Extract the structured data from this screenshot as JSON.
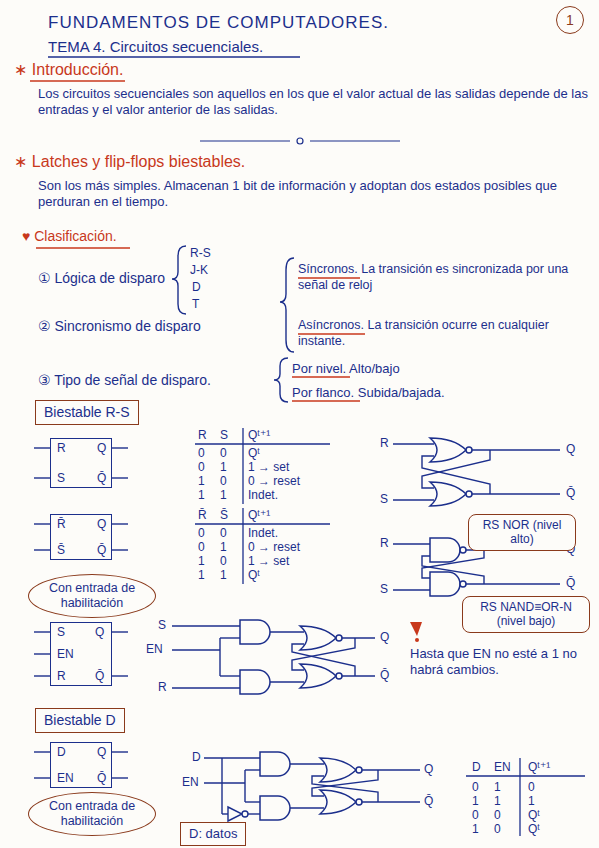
{
  "diagram": {
    "title": "FUNDAMENTOS DE COMPUTADORES.",
    "nodes": [
      {
        "text": [
          "1"
        ]
      },
      {
        "text": [
          "Biestable R-S"
        ]
      },
      {
        "text": [
          "R",
          "S",
          "Q",
          "Q̄"
        ]
      },
      {
        "text": [
          "R̄",
          "S̄",
          "Q",
          "Q̄"
        ]
      },
      {
        "text": [
          "RS NOR (nivel alto)"
        ]
      },
      {
        "text": [
          "Con entrada de habilitación"
        ]
      },
      {
        "text": [
          "RS NAND≡OR-N (nivel bajo)"
        ]
      },
      {
        "text": [
          "S",
          "EN",
          "R",
          "Q",
          "Q̄"
        ]
      },
      {
        "text": [
          "Biestable D"
        ]
      },
      {
        "text": [
          "D",
          "EN",
          "Q",
          "Q̄"
        ]
      },
      {
        "text": [
          "Con entrada de habilitación"
        ]
      },
      {
        "text": [
          "D: datos"
        ]
      }
    ],
    "labels": [
      "TEMA 4. Circuitos secuenciales.",
      "∗ Introducción.",
      "Los circuitos secuenciales son aquellos en los que el valor actual de las salidas depende de las entradas y el valor anterior de las salidas.",
      "∗ Latches y flip-flops biestables.",
      "Son los más simples. Almacenan 1 bit de información y adoptan dos estados posibles que perduran en el tiempo.",
      "♥ Clasificación.",
      "① Lógica de disparo",
      "R-S",
      "J-K",
      "D",
      "T",
      "② Sincronismo de disparo",
      "Síncronos. La transición es sincronizada por una señal de reloj",
      "Asíncronos. La transición ocurre en cualquier instante.",
      "③ Tipo de señal de disparo.",
      "Por nivel. Alto/bajo",
      "Por flanco. Subida/bajada.",
      "R",
      "S",
      "Qᵗ⁺¹",
      "0",
      "0",
      "Qᵗ",
      "0",
      "1",
      "1 → set",
      "1",
      "0",
      "0 → reset",
      "1",
      "1",
      "Indet.",
      "R̄",
      "S̄",
      "Qᵗ⁺¹",
      "0",
      "0",
      "Indet.",
      "0",
      "1",
      "0 → reset",
      "1",
      "0",
      "1 → set",
      "1",
      "1",
      "Qᵗ",
      "R",
      "S",
      "Q",
      "Q̄",
      "R",
      "S",
      "Q",
      "Q̄",
      "S",
      "EN",
      "R",
      "Q",
      "Q̄",
      "Hasta que EN no esté a 1 no habrá cambios.",
      "D",
      "EN",
      "Q",
      "Q̄",
      "D",
      "EN",
      "Qᵗ⁺¹",
      "0",
      "1",
      "0",
      "1",
      "1",
      "1",
      "0",
      "0",
      "Qᵗ",
      "1",
      "0",
      "Qᵗ"
    ]
  }
}
